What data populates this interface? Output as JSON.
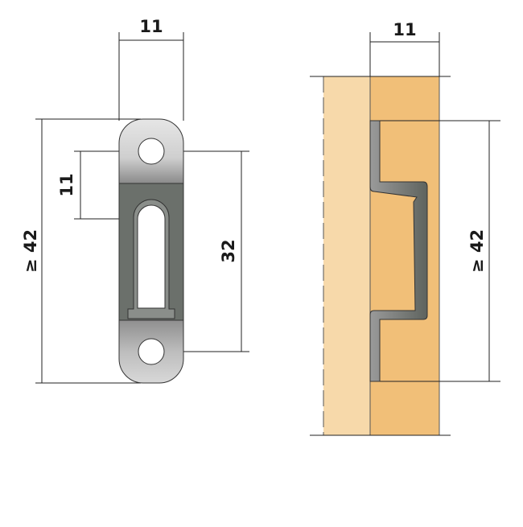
{
  "front_view": {
    "dim_width": "11",
    "dim_height": "≥ 42",
    "dim_slot_offset": "11",
    "dim_hole_spacing": "32"
  },
  "side_view": {
    "dim_width": "11",
    "dim_height": "≥ 42"
  },
  "colors": {
    "wood_light": "#f7d9aa",
    "wood_dark": "#f1bf78",
    "metal_dark": "#6b706b",
    "metal_light": "#c8c8c8"
  }
}
